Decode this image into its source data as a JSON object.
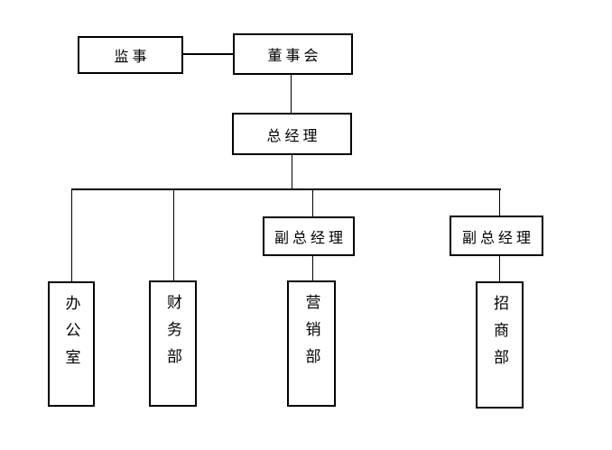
{
  "diagram": {
    "type": "org-chart",
    "colors": {
      "background": "#ffffff",
      "line": "#000000",
      "text": "#000000"
    },
    "nodes": {
      "supervisor": {
        "label": "监事"
      },
      "board": {
        "label": "董事会"
      },
      "general_manager": {
        "label": "总经理"
      },
      "deputy_gm_1": {
        "label": "副总经理"
      },
      "deputy_gm_2": {
        "label": "副总经理"
      },
      "office": {
        "label": "办公室"
      },
      "finance_dept": {
        "label": "财务部"
      },
      "marketing_dept": {
        "label": "营销部"
      },
      "investment_dept": {
        "label": "招商部"
      }
    },
    "edges": [
      {
        "from": "supervisor",
        "to": "board"
      },
      {
        "from": "board",
        "to": "general_manager"
      },
      {
        "from": "general_manager",
        "to": "office"
      },
      {
        "from": "general_manager",
        "to": "finance_dept"
      },
      {
        "from": "general_manager",
        "to": "deputy_gm_1"
      },
      {
        "from": "general_manager",
        "to": "deputy_gm_2"
      },
      {
        "from": "deputy_gm_1",
        "to": "marketing_dept"
      },
      {
        "from": "deputy_gm_2",
        "to": "investment_dept"
      }
    ]
  }
}
